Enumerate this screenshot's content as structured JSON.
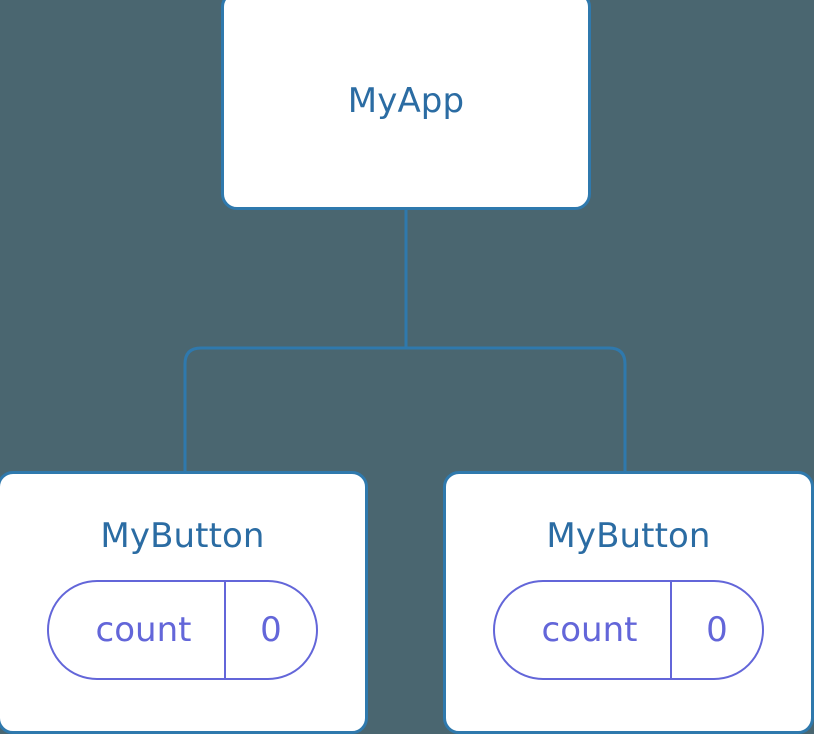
{
  "canvas": {
    "background_color": "#4a6670",
    "node_border_color": "#2f79ad",
    "node_background_color": "#ffffff",
    "node_title_color": "#2b6ca3",
    "state_accent_color": "#6366d9",
    "edge_color": "#2f79ad"
  },
  "tree": {
    "root": {
      "name": "MyApp",
      "state": []
    },
    "children": [
      {
        "name": "MyButton",
        "state": [
          {
            "key": "count",
            "value": "0"
          }
        ]
      },
      {
        "name": "MyButton",
        "state": [
          {
            "key": "count",
            "value": "0"
          }
        ]
      }
    ]
  },
  "edges": [
    {
      "from": "MyApp",
      "to": "MyButton-1"
    },
    {
      "from": "MyApp",
      "to": "MyButton-2"
    }
  ]
}
